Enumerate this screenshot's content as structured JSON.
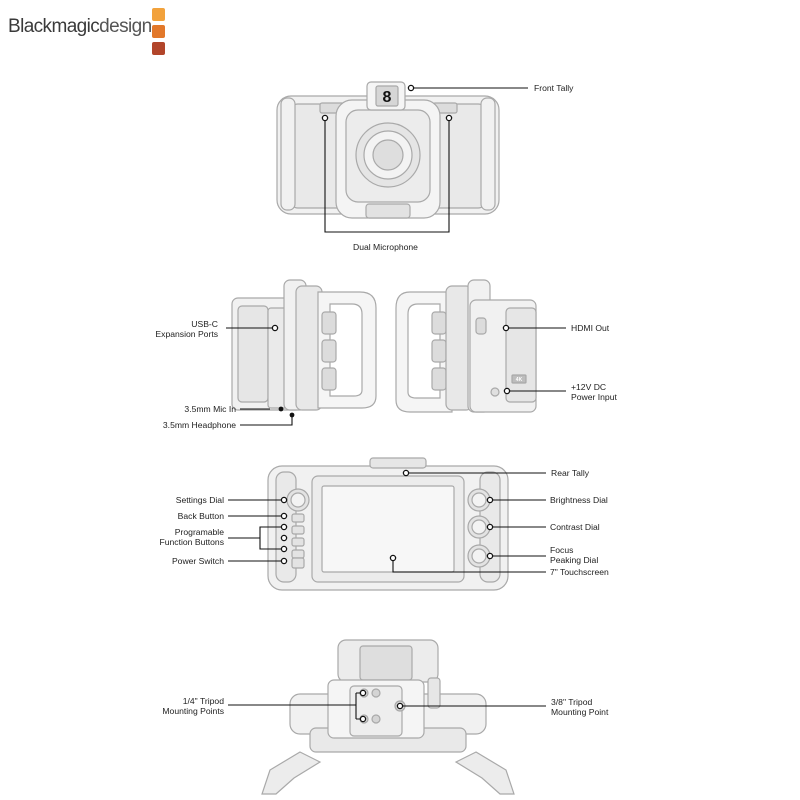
{
  "brand": {
    "name_bold": "Blackmagic",
    "name_light": "design",
    "logo_colors": [
      "#f2a23c",
      "#e2782a",
      "#b2452a"
    ]
  },
  "views": {
    "front": {
      "tally_digit": "8",
      "labels": {
        "front_tally": "Front Tally",
        "dual_microphone": "Dual Microphone"
      }
    },
    "sides": {
      "labels": {
        "usbc_1": "USB-C",
        "usbc_2": "Expansion Ports",
        "mic_in": "3.5mm Mic In",
        "headphone": "3.5mm Headphone",
        "hdmi_out": "HDMI Out",
        "dc_1": "+12V DC",
        "dc_2": "Power Input"
      },
      "badge_4k": "4K"
    },
    "rear": {
      "labels": {
        "settings_dial": "Settings Dial",
        "back_button": "Back Button",
        "programable_1": "Programable",
        "programable_2": "Function Buttons",
        "power_switch": "Power Switch",
        "rear_tally": "Rear Tally",
        "brightness_dial": "Brightness Dial",
        "contrast_dial": "Contrast Dial",
        "focus_1": "Focus",
        "focus_2": "Peaking Dial",
        "touchscreen": "7\" Touchscreen"
      }
    },
    "bottom": {
      "labels": {
        "quarter_1": "1/4\" Tripod",
        "quarter_2": "Mounting Points",
        "threeeighths_1": "3/8\" Tripod",
        "threeeighths_2": "Mounting Point"
      }
    }
  },
  "colors": {
    "line": "#111111",
    "outline": "#a9a9a9",
    "fill": "#f1f1f1",
    "fill_dark": "#dcdcdc"
  }
}
